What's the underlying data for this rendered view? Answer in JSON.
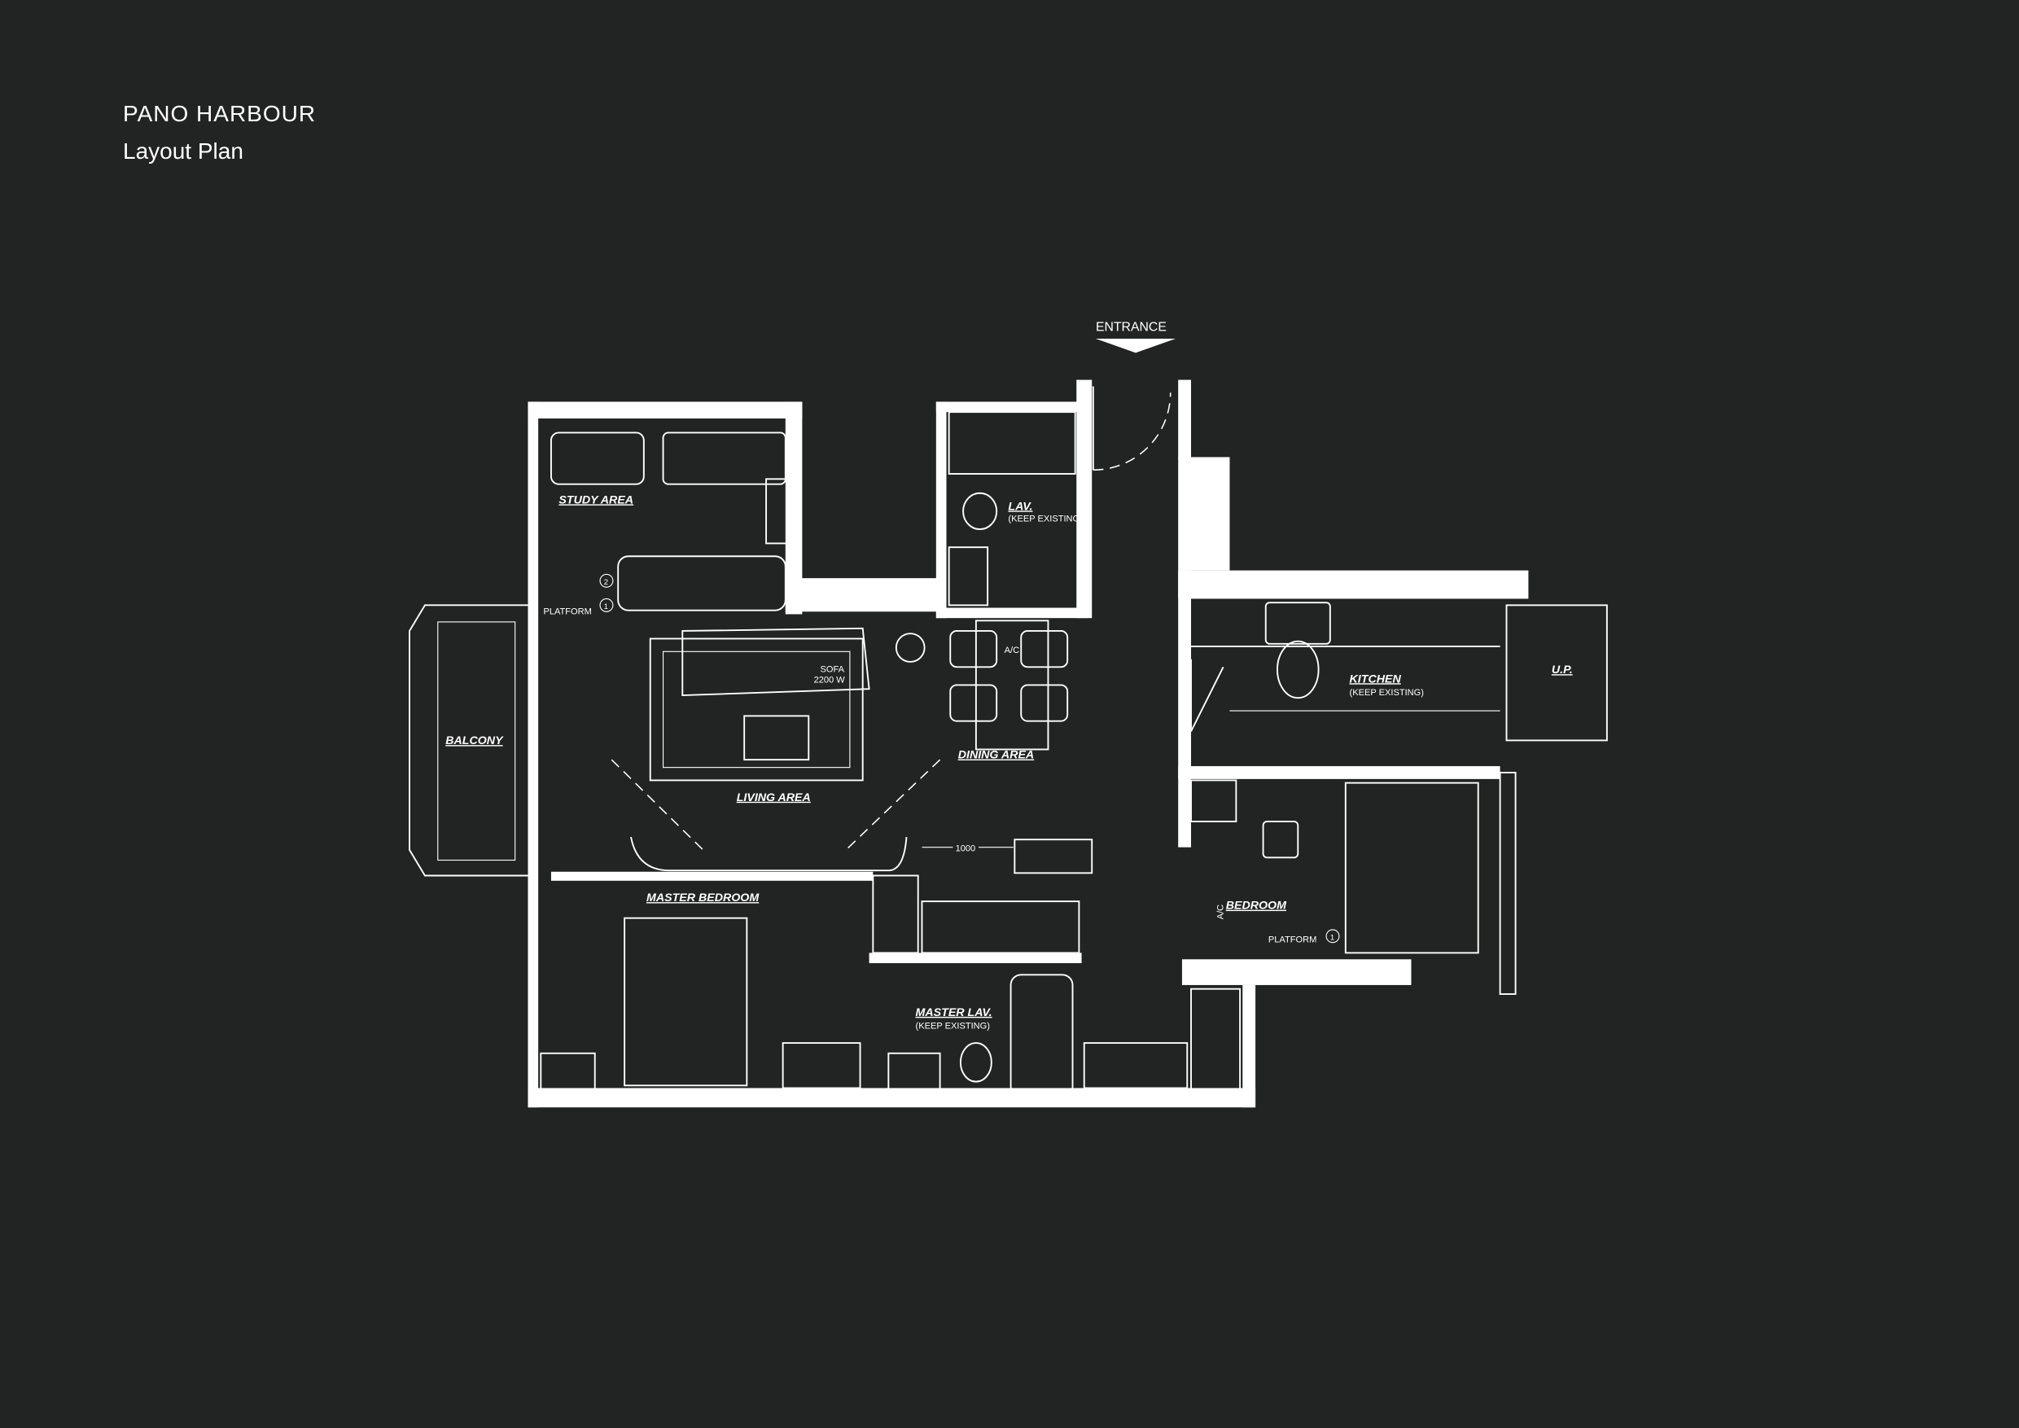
{
  "header": {
    "project": "PANO HARBOUR",
    "subtitle": "Layout Plan"
  },
  "plan": {
    "entrance": "ENTRANCE",
    "rooms": {
      "study": "STUDY AREA",
      "lav": "LAV.",
      "lav_note": "(KEEP EXISTING)",
      "living": "LIVING AREA",
      "dining": "DINING AREA",
      "kitchen": "KITCHEN",
      "kitchen_note": "(KEEP EXISTING)",
      "up": "U.P.",
      "balcony": "BALCONY",
      "master_bedroom": "MASTER BEDROOM",
      "master_lav": "MASTER LAV.",
      "master_lav_note": "(KEEP EXISTING)",
      "bedroom": "BEDROOM"
    },
    "annotations": {
      "platform": "PLATFORM",
      "platform2": "PLATFORM",
      "sofa": "SOFA",
      "sofa_size": "2200 W",
      "ac": "A/C",
      "ac2": "A/C",
      "dimension": "1000",
      "marker_1": "1",
      "marker_2": "2",
      "marker_3": "1"
    }
  }
}
